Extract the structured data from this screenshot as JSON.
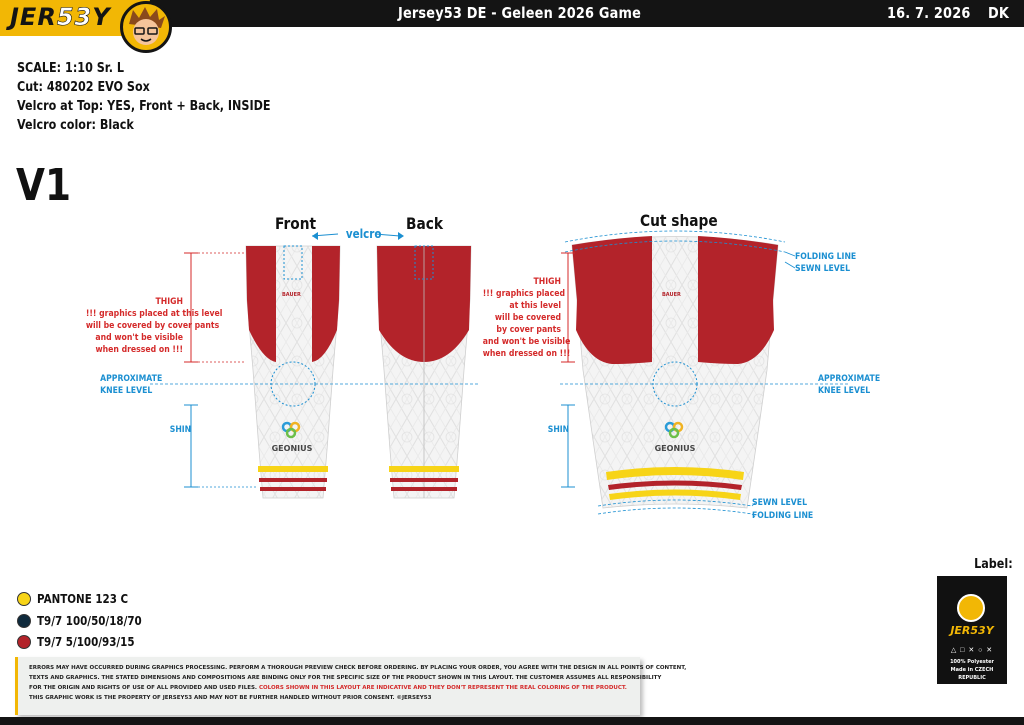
{
  "header": {
    "logo_prefix": "JER",
    "logo_number": "53",
    "logo_suffix": "Y",
    "title": "Jersey53 DE - Geleen 2026 Game",
    "date": "16. 7. 2026",
    "initials": "DK"
  },
  "specs": {
    "scale": "SCALE: 1:10 Sr. L",
    "cut": "Cut: 480202 EVO Sox",
    "velcro_top": "Velcro at Top: YES, Front + Back, INSIDE",
    "velcro_color": "Velcro color: Black"
  },
  "variant": "V1",
  "views": {
    "front": "Front",
    "back": "Back",
    "cut_shape": "Cut shape",
    "velcro": "velcro"
  },
  "annotations": {
    "thigh_left": [
      "THIGH",
      "!!! graphics placed at this level",
      "will be covered by cover pants",
      "and won't be visible",
      "when dressed on !!!"
    ],
    "thigh_right": [
      "THIGH",
      "!!! graphics placed",
      "at this level",
      "will be covered",
      "by cover pants",
      "and won't be visible",
      "when dressed on !!!"
    ],
    "knee_left": [
      "APPROXIMATE",
      "KNEE LEVEL"
    ],
    "knee_right": [
      "APPROXIMATE",
      "KNEE LEVEL"
    ],
    "shin_left": "SHIN",
    "shin_right": "SHIN",
    "top_lines": [
      "FOLDING LINE",
      "SEWN LEVEL"
    ],
    "bottom_lines": [
      "SEWN LEVEL",
      "FOLDING LINE"
    ]
  },
  "sponsor": "GEONIUS",
  "brand_mark": "BAUER",
  "colors": [
    {
      "swatch": "#f7d417",
      "label": "PANTONE  123 C"
    },
    {
      "swatch": "#0f2a3c",
      "label": "T9/7 100/50/18/70"
    },
    {
      "swatch": "#b3232a",
      "label": "T9/7 5/100/93/15"
    }
  ],
  "label": {
    "title": "Label:",
    "brand": "JER53Y",
    "material": "100% Polyester",
    "origin": "Made in CZECH REPUBLIC",
    "care": "△ □ ✕ ○ ✕"
  },
  "disclaimer": {
    "line1": "ERRORS MAY HAVE OCCURRED DURING GRAPHICS PROCESSING. PERFORM A THOROUGH PREVIEW CHECK BEFORE ORDERING. BY PLACING YOUR ORDER, YOU AGREE WITH THE DESIGN IN ALL POINTS OF CONTENT,",
    "line2": "TEXTS AND GRAPHICS. THE STATED DIMENSIONS AND COMPOSITIONS ARE BINDING ONLY FOR THE SPECIFIC SIZE OF THE PRODUCT SHOWN IN THIS LAYOUT. THE CUSTOMER ASSUMES ALL RESPONSIBILITY",
    "line3a": "FOR THE ORIGIN AND RIGHTS OF USE OF ALL PROVIDED AND USED FILES.",
    "line3b": "COLORS SHOWN IN THIS LAYOUT ARE INDICATIVE AND THEY DON'T REPRESENT THE REAL COLORING OF THE PRODUCT.",
    "line4": "THIS GRAPHIC WORK IS THE PROPERTY OF JERSEY53 AND MAY NOT BE FURTHER HANDLED WITHOUT PRIOR CONSENT. ©JERSEY53"
  }
}
